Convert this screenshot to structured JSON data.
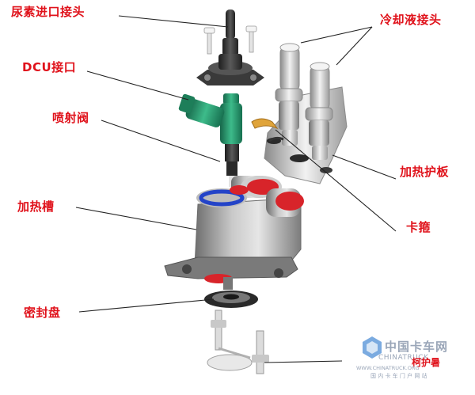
{
  "labels": {
    "urea_inlet": "尿素进口接头",
    "coolant": "冷却液接头",
    "dcu_port": "DCU接口",
    "injector": "喷射阀",
    "heat_plate": "加热护板",
    "heat_tank": "加热槽",
    "clamp": "卡箍",
    "seal_disc": "密封盘"
  },
  "watermark": {
    "cn": "中国卡车网",
    "en": "CHINATRUCK",
    "url": "WWW.CHINATRUCK.ORG",
    "sub": "国 内 卡 车 门 户 网 站",
    "extra": "柯护暑"
  },
  "colors": {
    "label": "#e0121b",
    "leader": "#222222",
    "injector_green": "#2a9a6e",
    "metal": "#9a9a9a",
    "accent_red": "#d8242a",
    "accent_blue": "#2444c8"
  }
}
